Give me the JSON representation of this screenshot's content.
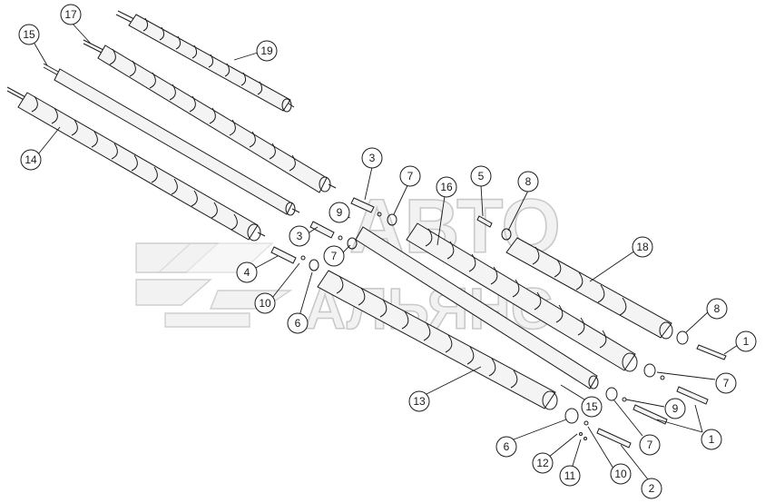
{
  "watermark": {
    "line1": "АВТО",
    "line2": "АЛЬЯНС",
    "logo": "avtoalyans-logo"
  },
  "callouts": [
    {
      "id": "c17",
      "label": "17"
    },
    {
      "id": "c19",
      "label": "19"
    },
    {
      "id": "c15a",
      "label": "15"
    },
    {
      "id": "c14",
      "label": "14"
    },
    {
      "id": "c3a",
      "label": "3"
    },
    {
      "id": "c7a",
      "label": "7"
    },
    {
      "id": "c9a",
      "label": "9"
    },
    {
      "id": "c3b",
      "label": "3"
    },
    {
      "id": "c7b",
      "label": "7"
    },
    {
      "id": "c4",
      "label": "4"
    },
    {
      "id": "c10a",
      "label": "10"
    },
    {
      "id": "c6a",
      "label": "6"
    },
    {
      "id": "c16",
      "label": "16"
    },
    {
      "id": "c5",
      "label": "5"
    },
    {
      "id": "c8a",
      "label": "8"
    },
    {
      "id": "c18",
      "label": "18"
    },
    {
      "id": "c8b",
      "label": "8"
    },
    {
      "id": "c1a",
      "label": "1"
    },
    {
      "id": "c7c",
      "label": "7"
    },
    {
      "id": "c9b",
      "label": "9"
    },
    {
      "id": "c1b",
      "label": "1"
    },
    {
      "id": "c13",
      "label": "13"
    },
    {
      "id": "c15b",
      "label": "15"
    },
    {
      "id": "c7d",
      "label": "7"
    },
    {
      "id": "c6b",
      "label": "6"
    },
    {
      "id": "c12",
      "label": "12"
    },
    {
      "id": "c11",
      "label": "11"
    },
    {
      "id": "c10b",
      "label": "10"
    },
    {
      "id": "c2",
      "label": "2"
    }
  ]
}
